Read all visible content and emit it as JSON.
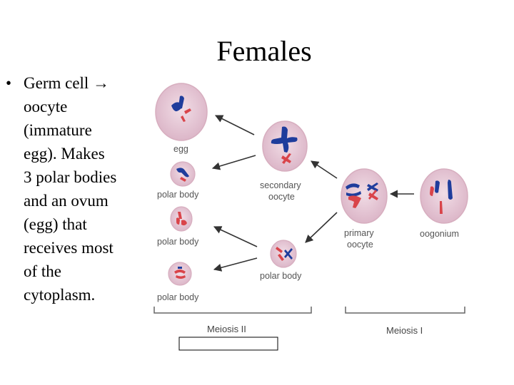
{
  "title": "Females",
  "bullet": {
    "line1_prefix": "Germ cell",
    "line1_arrow": "→",
    "lines": [
      "oocyte",
      "(immature",
      "egg). Makes",
      "3 polar bodies",
      "and an ovum",
      "(egg) that",
      "receives most",
      "of the",
      "cytoplasm."
    ]
  },
  "diagram": {
    "labels": {
      "egg": "egg",
      "polar_body_1": "polar body",
      "polar_body_2": "polar body",
      "polar_body_3": "polar body",
      "secondary_oocyte_1": "secondary",
      "secondary_oocyte_2": "oocyte",
      "primary_oocyte_1": "primary",
      "primary_oocyte_2": "oocyte",
      "oogonium": "oogonium",
      "polar_body_mid": "polar body"
    },
    "phases": {
      "meiosis_2": "Meiosis II",
      "meiosis_1": "Meiosis I"
    },
    "colors": {
      "cell_fill": "#e8c9d6",
      "cell_stroke": "#d7aebf",
      "chromosome_blue": "#1f3d9c",
      "chromosome_red": "#d9444a",
      "arrow": "#333333"
    }
  }
}
